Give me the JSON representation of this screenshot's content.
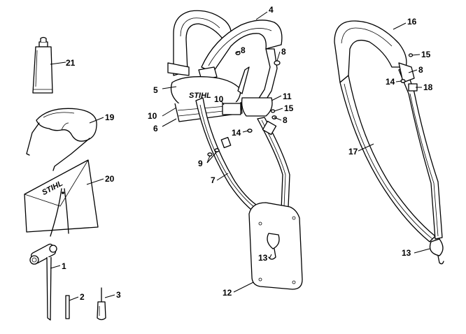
{
  "brand": "STIHL",
  "callouts": {
    "c1": "1",
    "c2": "2",
    "c3": "3",
    "c4": "4",
    "c5": "5",
    "c6": "6",
    "c7": "7",
    "c8a": "8",
    "c8b": "8",
    "c8c": "8",
    "c8d": "8",
    "c9": "9",
    "c10a": "10",
    "c10b": "10",
    "c11": "11",
    "c12": "12",
    "c13a": "13",
    "c13b": "13",
    "c14a": "14",
    "c14b": "14",
    "c15a": "15",
    "c15b": "15",
    "c16": "16",
    "c17": "17",
    "c18": "18",
    "c19": "19",
    "c20": "20",
    "c21": "21"
  }
}
